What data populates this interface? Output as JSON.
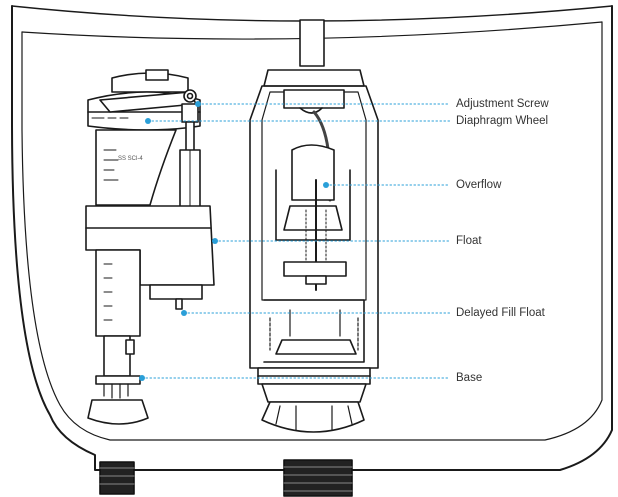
{
  "colors": {
    "line": "#1a1a1a",
    "leader": "#2a9fd8",
    "label_text": "#333333",
    "background": "#ffffff"
  },
  "labels": [
    {
      "id": "adjustment-screw",
      "text": "Adjustment Screw"
    },
    {
      "id": "diaphragm-wheel",
      "text": "Diaphragm Wheel"
    },
    {
      "id": "overflow",
      "text": "Overflow"
    },
    {
      "id": "float",
      "text": "Float"
    },
    {
      "id": "delayed-fill-float",
      "text": "Delayed Fill Float"
    },
    {
      "id": "base",
      "text": "Base"
    }
  ]
}
